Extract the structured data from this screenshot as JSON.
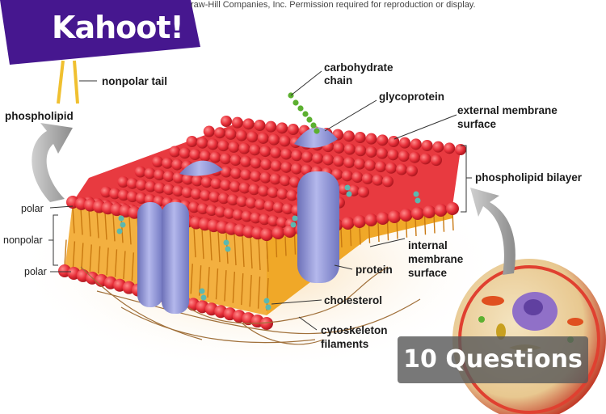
{
  "copyright": "raw-Hill Companies, Inc. Permission required for reproduction or display.",
  "brand": {
    "logo_text": "Kahoot!",
    "color": "#46178f"
  },
  "badge": {
    "text": "10 Questions"
  },
  "labels": {
    "nonpolar_tail": "nonpolar tail",
    "phospholipid": "phospholipid",
    "carbohydrate_line1": "carbohydrate",
    "carbohydrate_line2": "chain",
    "glycoprotein": "glycoprotein",
    "external_line1": "external membrane",
    "external_line2": "surface",
    "bilayer": "phospholipid bilayer",
    "polar_top": "polar",
    "nonpolar": "nonpolar",
    "polar_bottom": "polar",
    "internal_line1": "internal",
    "internal_line2": "membrane",
    "internal_line3": "surface",
    "protein": "protein",
    "cholesterol": "cholesterol",
    "cytoskeleton_line1": "cytoskeleton",
    "cytoskeleton_line2": "filaments"
  },
  "colors": {
    "head": "#e8303a",
    "tail": "#f0a020",
    "protein": "#8a8fd0",
    "cholesterol": "#5bb8b0",
    "carbohydrate": "#5cb030"
  }
}
